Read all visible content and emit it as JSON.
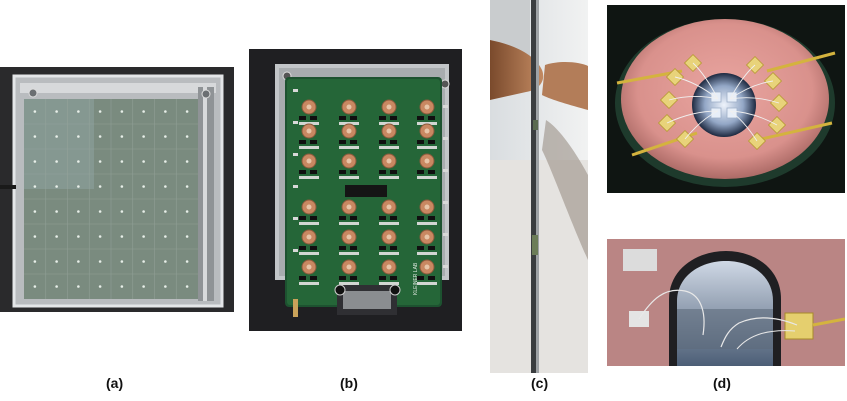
{
  "captions": {
    "a": "(a)",
    "b": "(b)",
    "c": "(c)",
    "d": "(d)"
  },
  "photos": {
    "a": "glass-sensor-plate-in-aluminum-frame",
    "b": "green-readout-circuit-board-in-aluminum-frame",
    "c": "edge-view-of-sensor-assembly-held-by-hand",
    "d_top": "microscope-view-of-pixel-wire-bonds-around-hole",
    "d_bottom": "microscope-view-of-wire-bonds-through-slot"
  },
  "pcb_silkscreen": "KLEINER LAB"
}
